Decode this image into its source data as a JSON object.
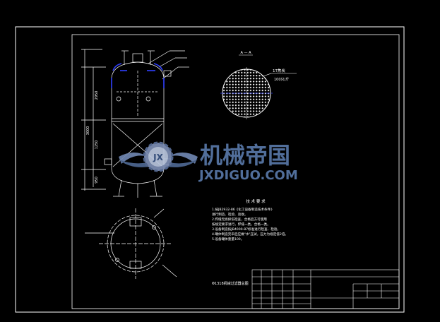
{
  "section_title": "A — A",
  "callout_label": "1T焦炭",
  "callout_sub": "100只/斤",
  "dim_total": "3000",
  "dim_upper": "2950",
  "dim_mid": "1250",
  "dim_lower": "950",
  "tech_title": "技 术 要 求",
  "tech_lines": [
    "1.按JB2932-86《化工设备制造技术条件》",
    "  进行制造、检验、验收。",
    "2.焊缝无损探伤检查，合格后方可使用",
    "  按规定要求进行，焊缝一类，合格一类。",
    "3.设备制造按JB4000-87标准进行检查、检验。",
    "4.罐体制造完毕后应做\"水\"压试，压力为规定值2倍。",
    "5.设备罐体重量100。"
  ],
  "drawing_title": "Φ1318机械过滤器总图",
  "watermark_cn": "机械帝国",
  "watermark_en": "JXDIGUO.COM",
  "logo_text": "JX",
  "colors": {
    "background": "#000000",
    "line": "#ffffff",
    "accent_blue": "#3040ff",
    "watermark": "#4a6a9a"
  }
}
